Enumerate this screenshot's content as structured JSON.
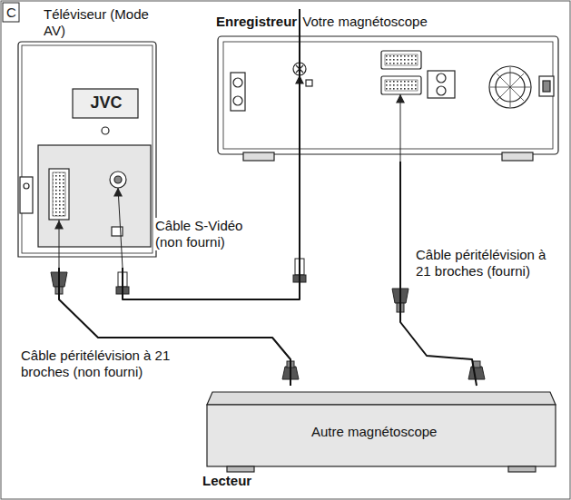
{
  "diagram": {
    "nodes": [
      {
        "text": [
          "Téléviseur (Mode AV)"
        ]
      },
      {
        "text": [
          "Enregistreur",
          "Votre magnétoscope"
        ]
      },
      {
        "text": [
          "Autre magnétoscope",
          "Lecteur"
        ]
      }
    ],
    "edges": [
      {
        "from": 0,
        "to": 1,
        "label": "Câble S-Vidéo (non fourni)",
        "arrow": "none"
      },
      {
        "from": 1,
        "to": 2,
        "label": "Câble péritélévision à 21 broches (fourni)",
        "arrow": "none"
      },
      {
        "from": 0,
        "to": 2,
        "label": "Câble péritélévision à 21 broches (non fourni)",
        "arrow": "none"
      }
    ],
    "labels": [
      "C",
      "JVC"
    ]
  }
}
